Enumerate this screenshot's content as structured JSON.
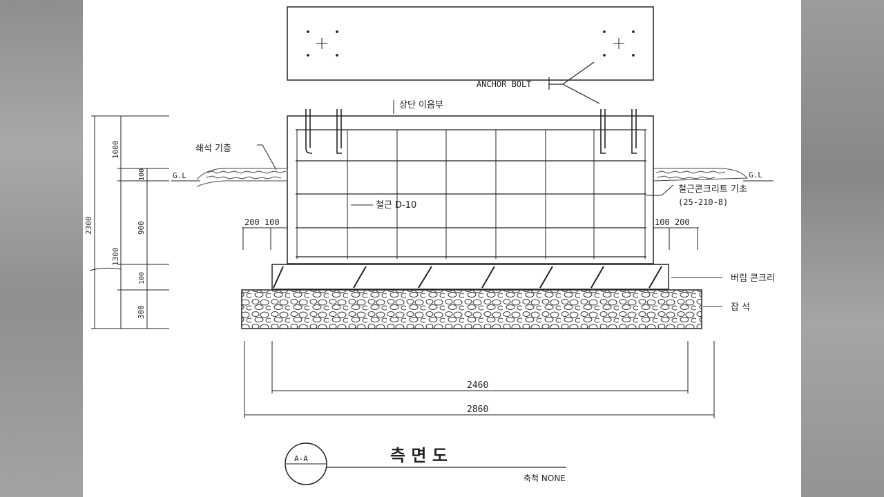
{
  "labels": {
    "anchor_bolt": "ANCHOR BOLT",
    "top_joint": "상단 이음부",
    "crushed_stone_base": "쇄석 기층",
    "gl_left": "G.L",
    "gl_right": "G.L",
    "rc_foundation": "철근콘크리트 기초",
    "rc_spec": "(25-210-8)",
    "rebar": "철근 D-10",
    "lean_concrete": "버림 콘크리",
    "rubble": "잡   석",
    "title": "측  면  도",
    "scale": "축척 NONE",
    "section_tag": "A-A"
  },
  "dimensions": {
    "left_offsets": "200 100",
    "right_offsets": "100 200",
    "inner_width": "2460",
    "outer_width": "2860",
    "h_total": "2300",
    "h_1000": "1000",
    "h_100a": "100",
    "h_1300": "1300",
    "h_900": "900",
    "h_100b": "100",
    "h_300": "300"
  }
}
